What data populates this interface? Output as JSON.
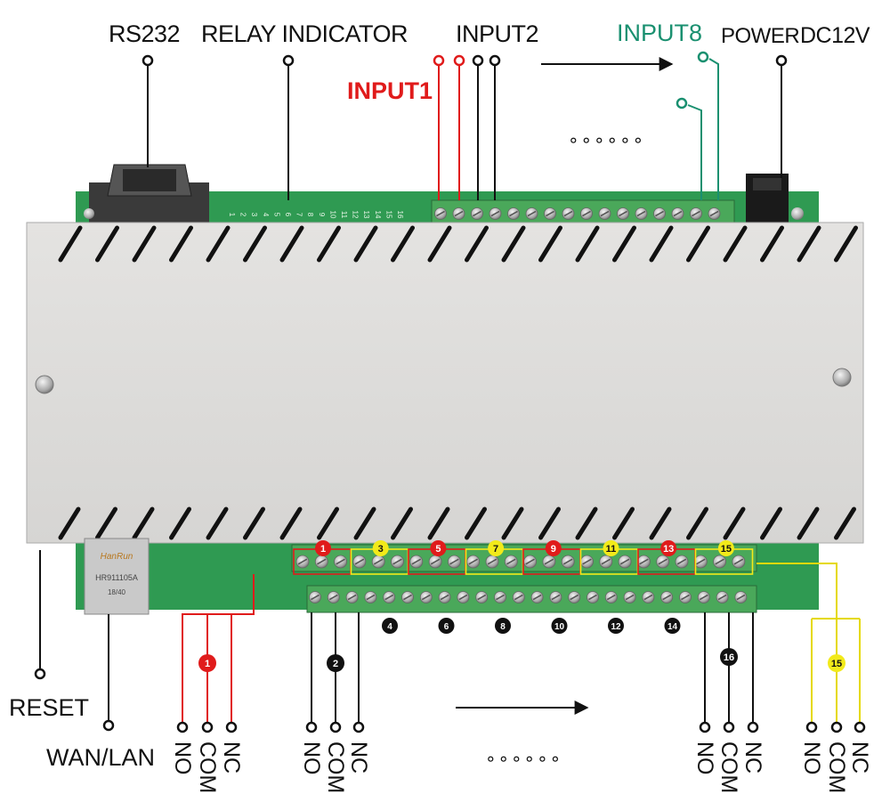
{
  "labels": {
    "rs232": "RS232",
    "relay_indicator": "RELAY INDICATOR",
    "input2": "INPUT2",
    "input8": "INPUT8",
    "power": "POWER",
    "dc12v": "DC12V",
    "input1": "INPUT1",
    "reset": "RESET",
    "wan_lan": "WAN/LAN",
    "ellipsis_top": "∘∘∘∘∘∘",
    "ellipsis_bottom": "∘∘∘∘∘∘"
  },
  "board": {
    "brand": "HanRun",
    "jack_model": "HR911105A",
    "jack_sub": "18/40",
    "relay_indicator_numbers": [
      "1",
      "2",
      "3",
      "4",
      "5",
      "6",
      "7",
      "8",
      "9",
      "10",
      "11",
      "12",
      "13",
      "14",
      "15",
      "16"
    ]
  },
  "relay_odd_badges": [
    "1",
    "3",
    "5",
    "7",
    "9",
    "11",
    "13",
    "15"
  ],
  "relay_even_badges": [
    "4",
    "6",
    "8",
    "10",
    "12",
    "14"
  ],
  "output_groups": [
    {
      "badge": "1",
      "badge_style": "red",
      "pins": [
        "NO",
        "COM",
        "NC"
      ]
    },
    {
      "badge": "2",
      "badge_style": "black",
      "pins": [
        "NO",
        "COM",
        "NC"
      ]
    },
    {
      "badge": "16",
      "badge_style": "black",
      "pins": [
        "NO",
        "COM",
        "NC"
      ]
    },
    {
      "badge": "15",
      "badge_style": "yellow",
      "pins": [
        "NO",
        "COM",
        "NC"
      ]
    }
  ],
  "colors": {
    "enclosure": "#dedddb",
    "pcb": "#2f9a52",
    "terminal": "#4aa85a",
    "input1": "#e01b1b",
    "input8": "#1a9070",
    "yellow_badge": "#f2ea1a",
    "red_badge": "#e01b1b"
  }
}
